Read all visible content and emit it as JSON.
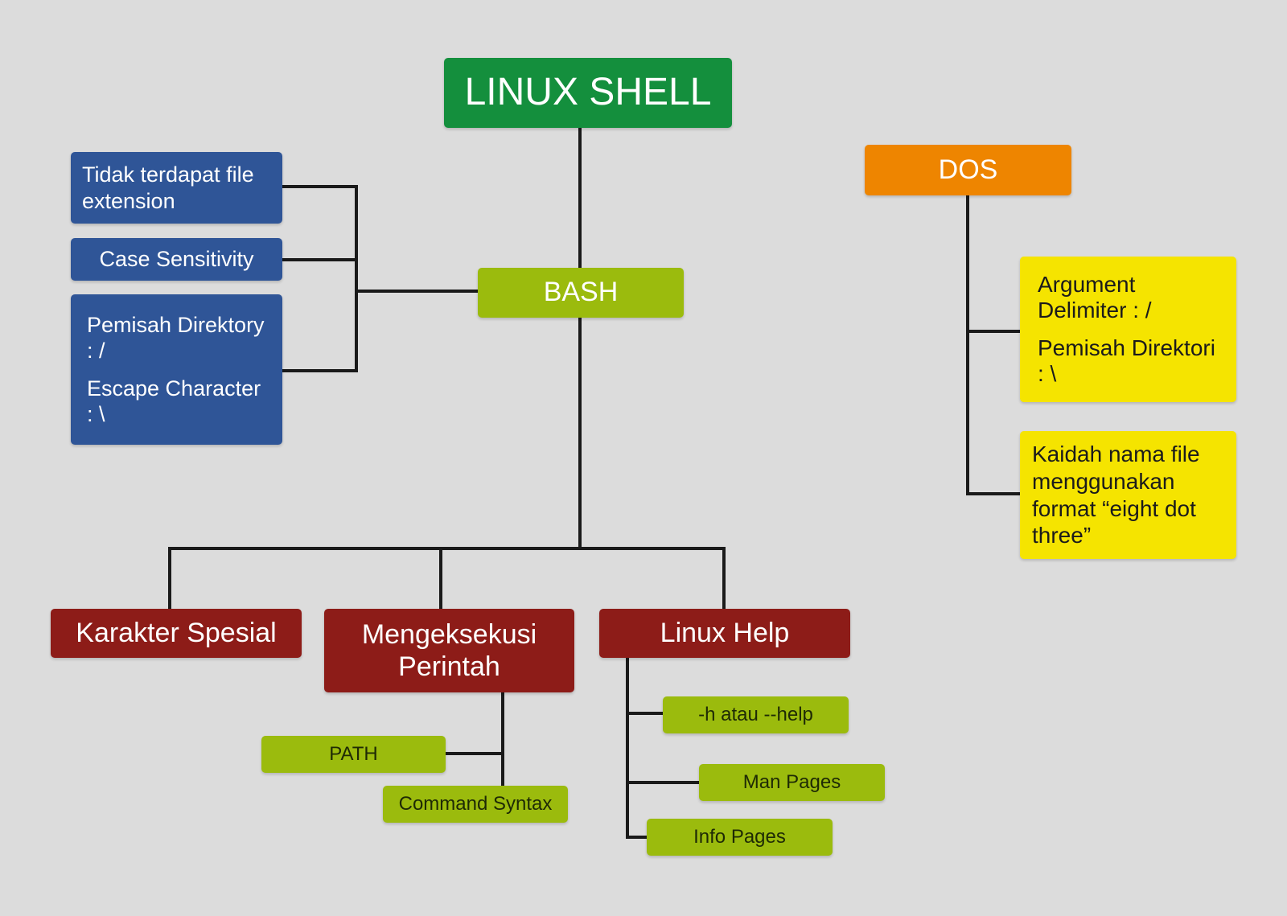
{
  "colors": {
    "background": "#dcdcdc",
    "root": "#148f3d",
    "bash": "#9bbb0d",
    "properties": "#2f5597",
    "dos": "#ee8500",
    "dos_items": "#f5e400",
    "topics": "#8d1c18",
    "sub_items": "#9bbb0d",
    "connector": "#1a1a1a"
  },
  "root": {
    "label": "LINUX SHELL"
  },
  "bash": {
    "label": "BASH"
  },
  "bash_properties": [
    {
      "label": "Tidak terdapat file extension"
    },
    {
      "label": "Case Sensitivity"
    },
    {
      "lines": [
        "Pemisah Direktory : /",
        "Escape Character : \\"
      ]
    }
  ],
  "dos": {
    "label": "DOS",
    "items": [
      {
        "lines": [
          "Argument Delimiter : /",
          "Pemisah Direktori : \\"
        ]
      },
      {
        "label": "Kaidah nama file menggunakan format “eight dot three”"
      }
    ]
  },
  "topics": [
    {
      "label": "Karakter Spesial"
    },
    {
      "label": "Mengeksekusi Perintah",
      "children": [
        "PATH",
        "Command Syntax"
      ]
    },
    {
      "label": "Linux Help",
      "children": [
        "-h atau --help",
        "Man Pages",
        "Info Pages"
      ]
    }
  ]
}
